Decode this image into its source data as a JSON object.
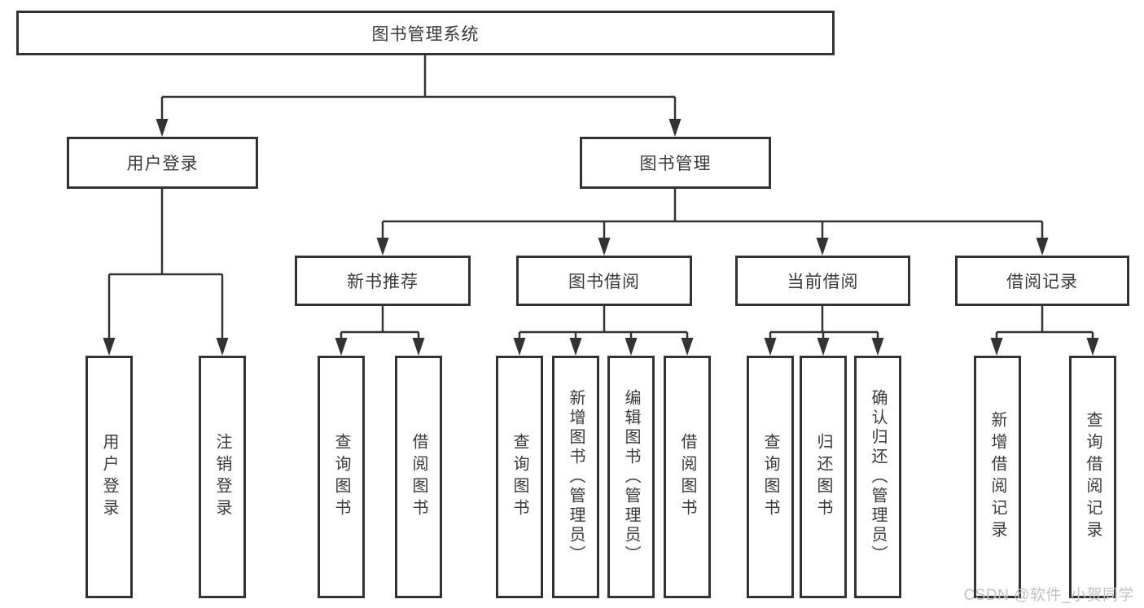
{
  "diagram": {
    "type": "hierarchy-tree",
    "title": "图书管理系统",
    "colors": {
      "line": "#333333",
      "text": "#3a3a3a",
      "background": "#ffffff",
      "watermark": "#c2c2c2"
    },
    "nodes": {
      "root": {
        "label": "图书管理系统"
      },
      "user_login": {
        "label": "用户登录"
      },
      "book_management": {
        "label": "图书管理"
      },
      "new_book_recommend": {
        "label": "新书推荐"
      },
      "book_borrowing": {
        "label": "图书借阅"
      },
      "current_borrowing": {
        "label": "当前借阅"
      },
      "borrowing_records": {
        "label": "借阅记录"
      },
      "leaf_user_login": {
        "label": "用户登录"
      },
      "leaf_logout": {
        "label": "注销登录"
      },
      "leaf_newbook_query": {
        "label": "查询图书"
      },
      "leaf_newbook_borrow": {
        "label": "借阅图书"
      },
      "leaf_borrow_query": {
        "label": "查询图书"
      },
      "leaf_borrow_add": {
        "label": "新增图书（管理员）"
      },
      "leaf_borrow_edit": {
        "label": "编辑图书（管理员）"
      },
      "leaf_borrow_borrow": {
        "label": "借阅图书"
      },
      "leaf_current_query": {
        "label": "查询图书"
      },
      "leaf_current_return": {
        "label": "归还图书"
      },
      "leaf_current_confirm": {
        "label": "确认归还（管理员）"
      },
      "leaf_records_add": {
        "label": "新增借阅记录"
      },
      "leaf_records_query": {
        "label": "查询借阅记录"
      }
    },
    "hierarchy": {
      "图书管理系统": {
        "用户登录": [
          "用户登录",
          "注销登录"
        ],
        "图书管理": {
          "新书推荐": [
            "查询图书",
            "借阅图书"
          ],
          "图书借阅": [
            "查询图书",
            "新增图书（管理员）",
            "编辑图书（管理员）",
            "借阅图书"
          ],
          "当前借阅": [
            "查询图书",
            "归还图书",
            "确认归还（管理员）"
          ],
          "借阅记录": [
            "新增借阅记录",
            "查询借阅记录"
          ]
        }
      }
    }
  },
  "watermark": {
    "text": "CSDN @软件_小贺同学"
  }
}
